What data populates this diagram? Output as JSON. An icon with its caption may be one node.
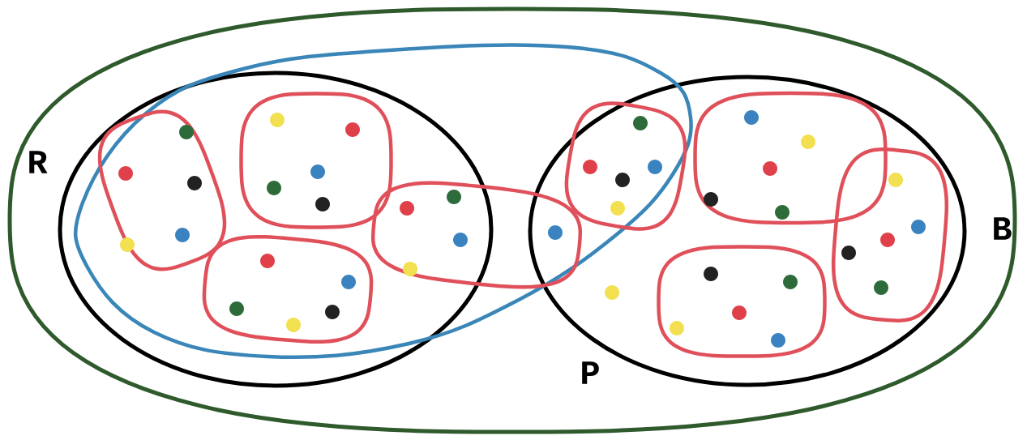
{
  "diagram": {
    "nodes": [
      {
        "text": [],
        "shape": "ellipse"
      },
      {
        "text": [
          "R"
        ],
        "in": 0
      },
      {
        "text": [
          "B"
        ],
        "in": 0
      },
      {
        "text": [
          "P"
        ],
        "in": 0
      }
    ]
  }
}
